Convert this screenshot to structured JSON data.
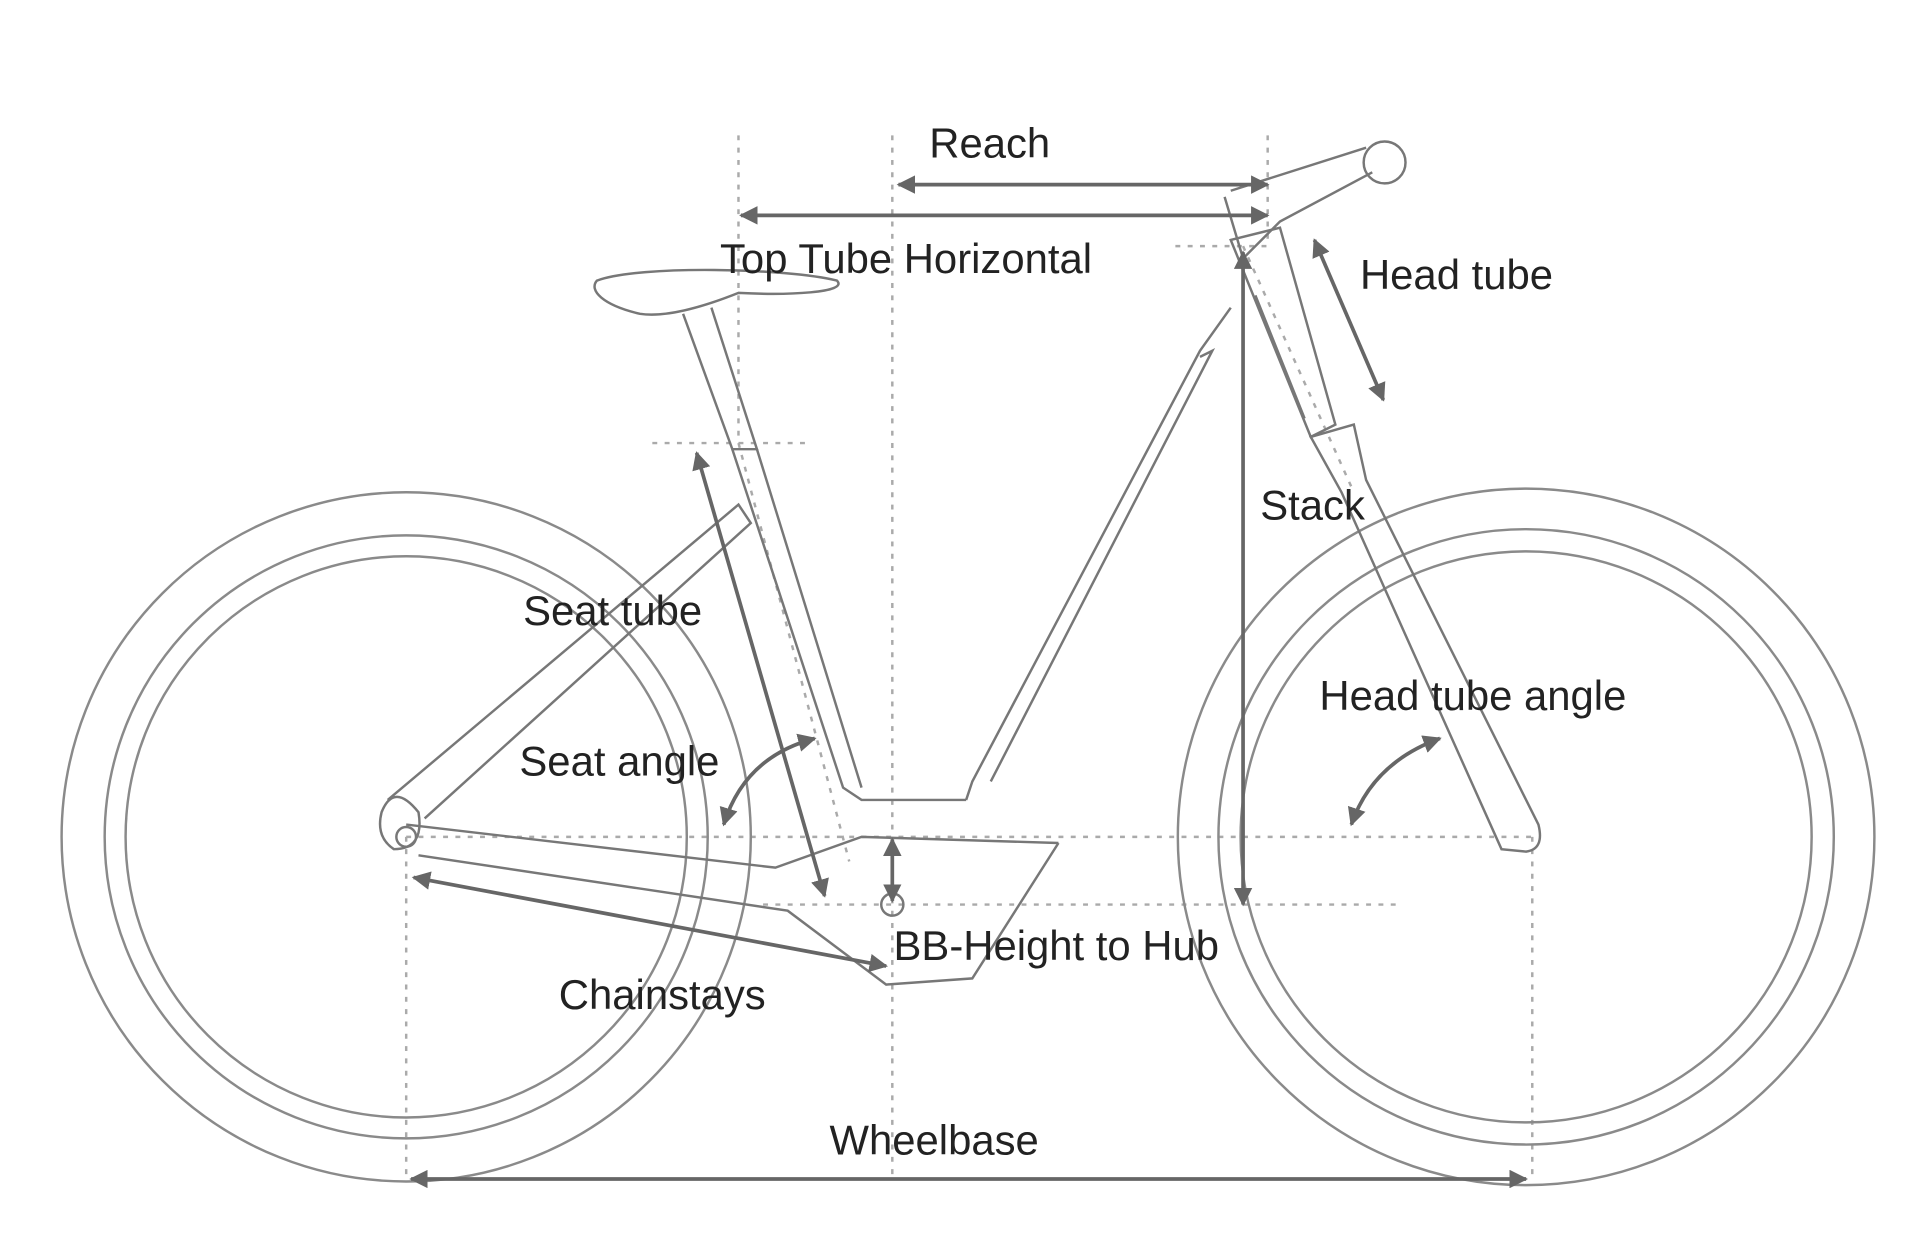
{
  "labels": {
    "reach": "Reach",
    "top_tube_horizontal": "Top Tube Horizontal",
    "head_tube": "Head tube",
    "stack": "Stack",
    "seat_tube": "Seat tube",
    "head_tube_angle": "Head tube angle",
    "seat_angle": "Seat angle",
    "bb_height_to_hub": "BB-Height to Hub",
    "chainstays": "Chainstays",
    "wheelbase": "Wheelbase"
  },
  "colors": {
    "line": "#777777",
    "arrow": "#666666",
    "text": "#222222"
  }
}
